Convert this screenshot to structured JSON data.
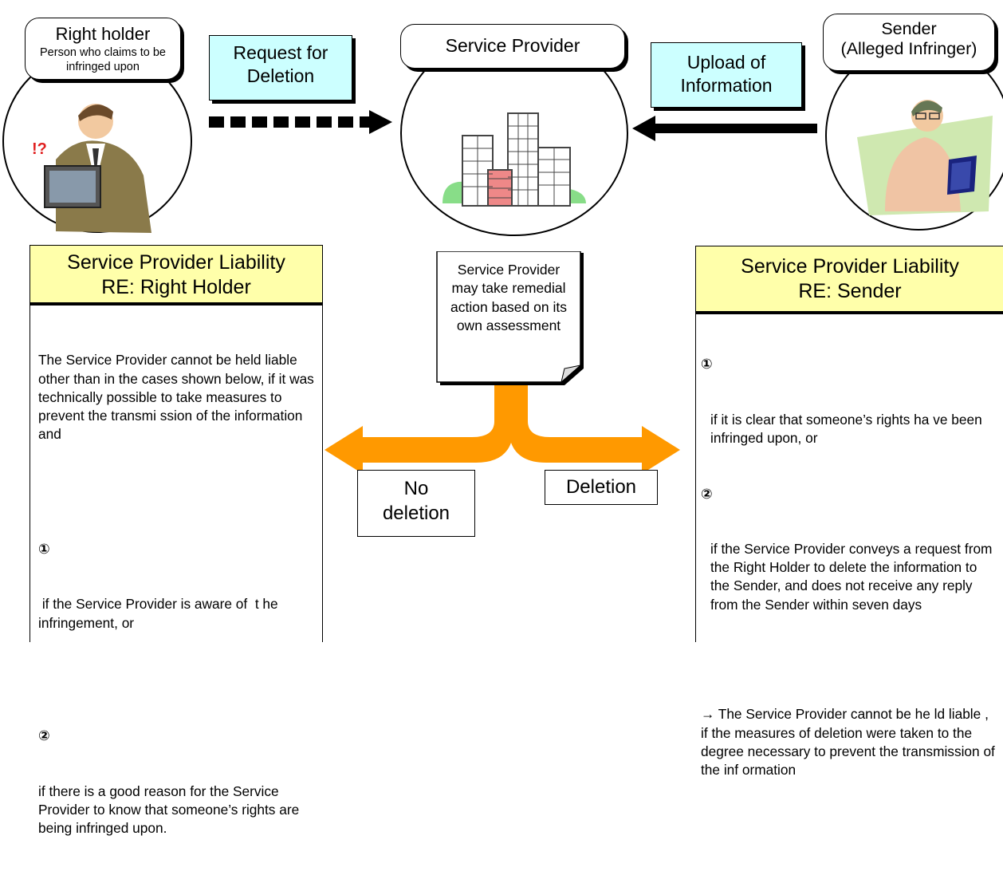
{
  "right_holder": {
    "title": "Right holder",
    "subtitle": "Person who claims to be infringed upon"
  },
  "request": {
    "label": "Request for\nDeletion"
  },
  "service_provider": {
    "title": "Service Provider"
  },
  "upload": {
    "label": "Upload of\nInformation"
  },
  "sender": {
    "title": "Sender\n(Alleged Infringer)"
  },
  "left_panel": {
    "title": "Service Provider Liability\nRE: Right Holder",
    "intro": "The Service Provider cannot be held liable other than in the cases shown below, if it was technically possible to take measures to prevent the transmi ssion of the information and",
    "item1_marker": "①",
    "item1_text": " if the Service Provider is aware of  t he infringement, or",
    "item2_marker": "②",
    "item2_text": "if there is a good reason for the Service Provider to know that someone’s rights are being infringed upon."
  },
  "note": {
    "text": "Service Provider may take remedial action based on its own assessment"
  },
  "no_deletion": {
    "label": "No\ndeletion"
  },
  "deletion": {
    "label": "Deletion"
  },
  "right_panel": {
    "title": "Service Provider Liability\nRE: Sender",
    "item1_marker": "①",
    "item1_text": "if it is clear that someone’s rights ha ve been infringed upon, or",
    "item2_marker": "②",
    "item2_text": "if the Service Provider conveys a request from the Right Holder to delete the information to the Sender, and does not receive any reply from the Sender within seven days",
    "conclusion": "→ The Service Provider cannot be he ld liable , if the measures of deletion were taken to the degree necessary to prevent the transmission of the inf ormation"
  },
  "colors": {
    "cyan": "#ccffff",
    "yellow": "#ffffaa",
    "orange": "#ff9900"
  }
}
